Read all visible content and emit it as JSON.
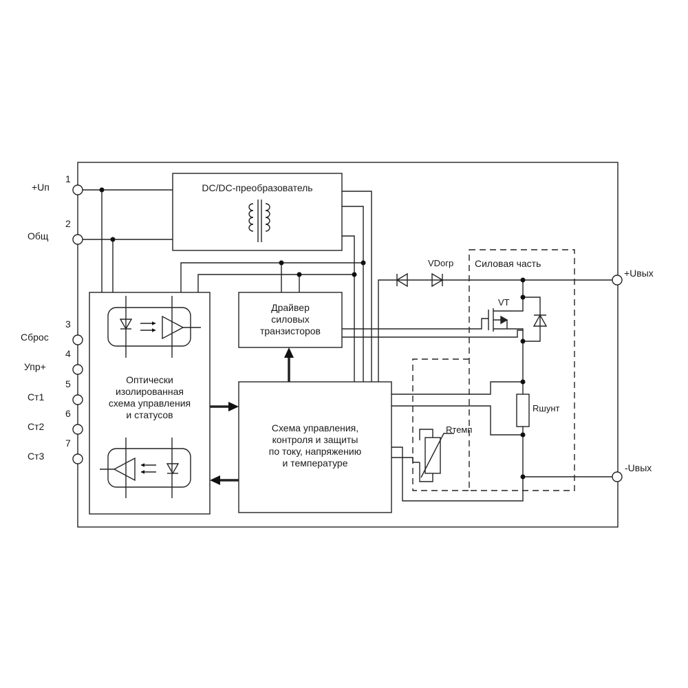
{
  "pins": {
    "p1": {
      "num": "1",
      "label": "+Uп"
    },
    "p2": {
      "num": "2",
      "label": "Общ"
    },
    "p3": {
      "num": "3",
      "label": "Сброс"
    },
    "p4": {
      "num": "4",
      "label": "Упр+"
    },
    "p5": {
      "num": "5",
      "label": "Ст1"
    },
    "p6": {
      "num": "6",
      "label": "Ст2"
    },
    "p7": {
      "num": "7",
      "label": "Ст3"
    }
  },
  "outputs": {
    "plus": "+Uвых",
    "minus": "-Uвых"
  },
  "blocks": {
    "dcdc": "DC/DC-преобразователь",
    "driver": "Драйвер\nсиловых\nтранзисторов",
    "opto": "Оптически\nизолированная\nсхема управления\nи статусов",
    "control": "Схема управления,\nконтроля и защиты\nпо току, напряжению\nи температуре",
    "power_section": "Силовая часть"
  },
  "components": {
    "vt": "VT",
    "vdorp": "VDогр",
    "rshunt": "Rшунт",
    "rtemp": "Rтемп"
  }
}
